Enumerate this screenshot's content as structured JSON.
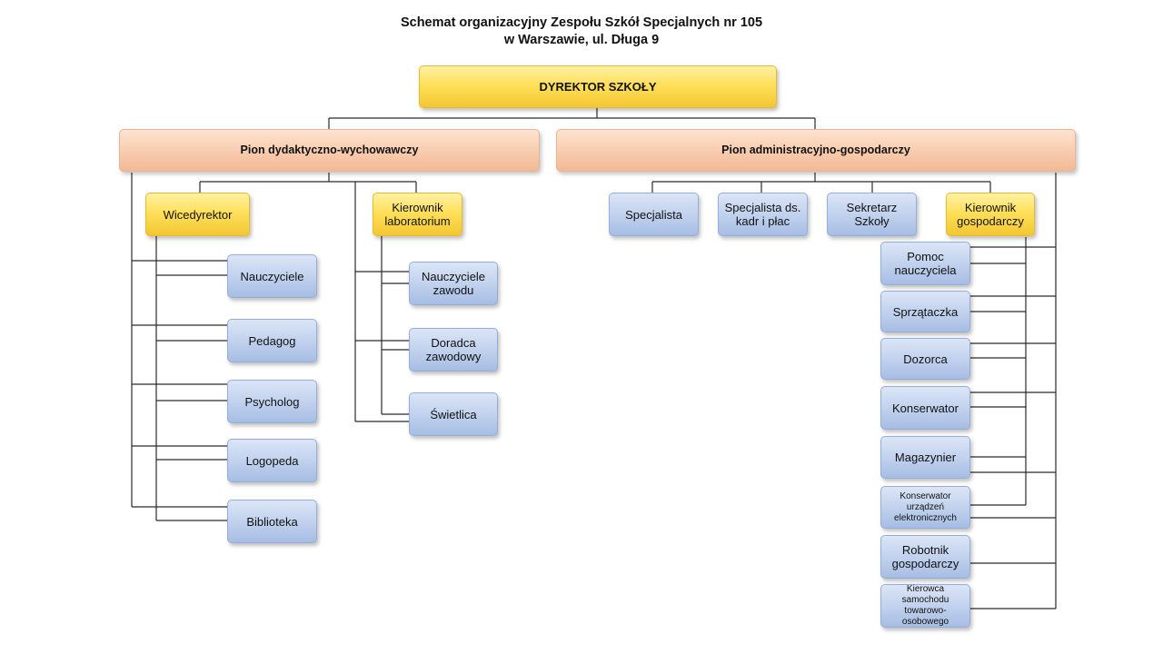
{
  "title": {
    "line1": "Schemat organizacyjny Zespołu Szkół Specjalnych nr 105",
    "line2": "w Warszawie, ul. Długa 9"
  },
  "director": "DYREKTOR SZKOŁY",
  "divisions": {
    "didactic": "Pion dydaktyczno-wychowawczy",
    "admin": "Pion administracyjno-gospodarczy"
  },
  "didactic": {
    "vice_director": "Wicedyrektor",
    "lab_head": [
      "Kierownik",
      "laboratorium"
    ],
    "vice_staff": [
      "Nauczyciele",
      "Pedagog",
      "Psycholog",
      "Logopeda",
      "Biblioteka"
    ],
    "lab_staff": [
      [
        "Nauczyciele",
        "zawodu"
      ],
      [
        "Doradca",
        "zawodowy"
      ],
      [
        "Świetlica"
      ]
    ]
  },
  "admin": {
    "positions": [
      [
        "Specjalista"
      ],
      [
        "Specjalista ds.",
        "kadr i płac"
      ],
      [
        "Sekretarz Szkoły"
      ],
      [
        "Kierownik",
        "gospodarczy"
      ]
    ],
    "manager_staff": [
      [
        "Pomoc",
        "nauczyciela"
      ],
      [
        "Sprzątaczka"
      ],
      [
        "Dozorca"
      ],
      [
        "Konserwator"
      ],
      [
        "Magazynier"
      ],
      [
        "Konserwator",
        "urządzeń",
        "elektronicznych"
      ],
      [
        "Robotnik",
        "gospodarczy"
      ],
      [
        "Kierowca samochodu",
        "towarowo-",
        "osobowego"
      ]
    ]
  }
}
